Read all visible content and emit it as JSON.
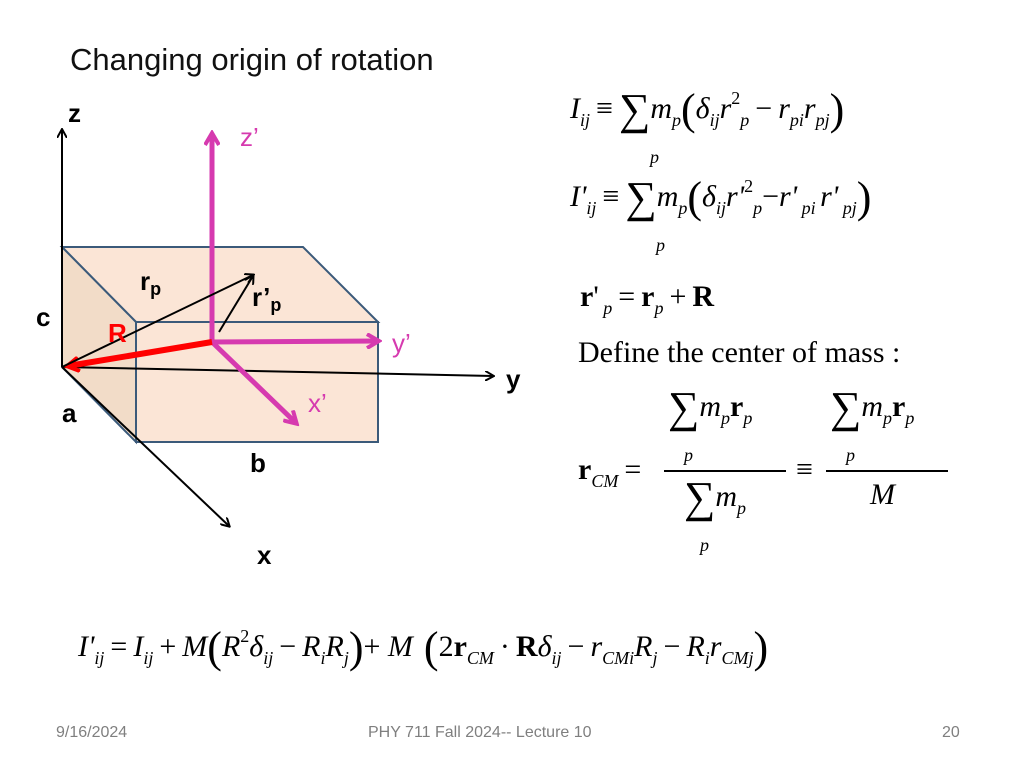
{
  "slide": {
    "title": "Changing origin of rotation",
    "footer": {
      "date": "9/16/2024",
      "course": "PHY 711  Fall 2024-- Lecture 10",
      "page": "20"
    }
  },
  "diagram": {
    "labels": {
      "z": "z",
      "y": "y",
      "x": "x",
      "c": "c",
      "a": "a",
      "b": "b",
      "R": "R",
      "r": "r",
      "rp_sub": "p",
      "rprime": "r’",
      "zp": "z’",
      "yp": "y’",
      "xp": "x’"
    },
    "colors": {
      "box_fill": "#fbe5d6",
      "box_edge": "#3b5a7a",
      "primed_axes": "#d63aaf",
      "R_vector": "#ff0000",
      "axes": "#000000"
    }
  },
  "equations": {
    "I_def": [
      {
        "t": "I",
        "c": "it"
      },
      {
        "t": "ij",
        "c": "sub"
      },
      {
        "t": "≡",
        "c": "op"
      },
      {
        "t": "∑",
        "c": "big"
      },
      {
        "t": "m",
        "c": "it"
      },
      {
        "t": "p",
        "c": "sub"
      },
      {
        "t": "(",
        "c": "big"
      },
      {
        "t": "δ",
        "c": "it"
      },
      {
        "t": "ij",
        "c": "sub"
      },
      {
        "t": "r",
        "c": "it"
      },
      {
        "t": "2",
        "c": "sup"
      },
      {
        "t": "p",
        "c": "sub"
      },
      {
        "t": "−",
        "c": "op"
      },
      {
        "t": "r",
        "c": "it"
      },
      {
        "t": "pi",
        "c": "sub"
      },
      {
        "t": "r",
        "c": "it"
      },
      {
        "t": "pj",
        "c": "sub"
      },
      {
        "t": ")",
        "c": "big"
      }
    ],
    "I_def_sum_index": "p",
    "Iprime_def": [
      {
        "t": "I'",
        "c": "it"
      },
      {
        "t": "ij",
        "c": "sub"
      },
      {
        "t": "≡",
        "c": "op"
      },
      {
        "t": "∑",
        "c": "big"
      },
      {
        "t": "m",
        "c": "it"
      },
      {
        "t": "p",
        "c": "sub"
      },
      {
        "t": "(",
        "c": "big"
      },
      {
        "t": "δ",
        "c": "it"
      },
      {
        "t": "ij",
        "c": "sub"
      },
      {
        "t": "r'",
        "c": "it"
      },
      {
        "t": "2",
        "c": "sup"
      },
      {
        "t": "p",
        "c": "sub"
      },
      {
        "t": "−",
        "c": ""
      },
      {
        "t": "r'",
        "c": "it"
      },
      {
        "t": " pi ",
        "c": "sub"
      },
      {
        "t": "r'",
        "c": "it"
      },
      {
        "t": " pj",
        "c": "sub"
      },
      {
        "t": ")",
        "c": "big"
      }
    ],
    "Iprime_def_sum_index": "p",
    "r_shift": [
      {
        "t": "r",
        "c": "b"
      },
      {
        "t": "'",
        "c": ""
      },
      {
        "t": " p",
        "c": "sub"
      },
      {
        "t": "=",
        "c": "op"
      },
      {
        "t": "r",
        "c": "b"
      },
      {
        "t": "p",
        "c": "sub"
      },
      {
        "t": "+",
        "c": "op"
      },
      {
        "t": "R",
        "c": "b"
      }
    ],
    "define_text": "Define the center of mass :",
    "rcm_lhs": [
      {
        "t": "r",
        "c": "b"
      },
      {
        "t": "CM",
        "c": "sub"
      },
      {
        "t": "=",
        "c": "op"
      }
    ],
    "rcm_num1": [
      {
        "t": "∑",
        "c": "big"
      },
      {
        "t": "m",
        "c": "it"
      },
      {
        "t": "p",
        "c": "sub"
      },
      {
        "t": "r",
        "c": "b"
      },
      {
        "t": "p",
        "c": "sub"
      }
    ],
    "rcm_num1_index": "p",
    "rcm_den1": [
      {
        "t": "∑",
        "c": "big"
      },
      {
        "t": "m",
        "c": "it"
      },
      {
        "t": "p",
        "c": "sub"
      }
    ],
    "rcm_den1_index": "p",
    "rcm_equiv": "≡",
    "rcm_num2": [
      {
        "t": "∑",
        "c": "big"
      },
      {
        "t": "m",
        "c": "it"
      },
      {
        "t": "p",
        "c": "sub"
      },
      {
        "t": "r",
        "c": "b"
      },
      {
        "t": "p",
        "c": "sub"
      }
    ],
    "rcm_num2_index": "p",
    "rcm_den2": [
      {
        "t": "M",
        "c": "it"
      }
    ],
    "parallel_axis": [
      {
        "t": "I'",
        "c": "it"
      },
      {
        "t": "ij",
        "c": "sub"
      },
      {
        "t": "=",
        "c": "op"
      },
      {
        "t": "I",
        "c": "it"
      },
      {
        "t": "ij",
        "c": "sub"
      },
      {
        "t": "+",
        "c": "op"
      },
      {
        "t": "M",
        "c": "it"
      },
      {
        "t": "(",
        "c": "big"
      },
      {
        "t": "R",
        "c": "it"
      },
      {
        "t": "2",
        "c": "sup"
      },
      {
        "t": "δ",
        "c": "it"
      },
      {
        "t": "ij",
        "c": "sub"
      },
      {
        "t": "−",
        "c": "op"
      },
      {
        "t": "R",
        "c": "it"
      },
      {
        "t": "i",
        "c": "sub"
      },
      {
        "t": "R",
        "c": "it"
      },
      {
        "t": "j",
        "c": "sub"
      },
      {
        "t": ")",
        "c": "big"
      },
      {
        "t": "+",
        "c": ""
      },
      {
        "t": " M",
        "c": "it"
      },
      {
        "t": " (",
        "c": "big"
      },
      {
        "t": "2",
        "c": ""
      },
      {
        "t": "r",
        "c": "b"
      },
      {
        "t": "CM",
        "c": "sub"
      },
      {
        "t": "·",
        "c": "op"
      },
      {
        "t": "R",
        "c": "b"
      },
      {
        "t": "δ",
        "c": "it"
      },
      {
        "t": "ij",
        "c": "sub"
      },
      {
        "t": "−",
        "c": "op"
      },
      {
        "t": "r",
        "c": "it"
      },
      {
        "t": "CMi",
        "c": "sub"
      },
      {
        "t": "R",
        "c": "it"
      },
      {
        "t": "j",
        "c": "sub"
      },
      {
        "t": "−",
        "c": "op"
      },
      {
        "t": "R",
        "c": "it"
      },
      {
        "t": "i",
        "c": "sub"
      },
      {
        "t": "r",
        "c": "it"
      },
      {
        "t": "CMj",
        "c": "sub"
      },
      {
        "t": ")",
        "c": "big"
      }
    ]
  }
}
